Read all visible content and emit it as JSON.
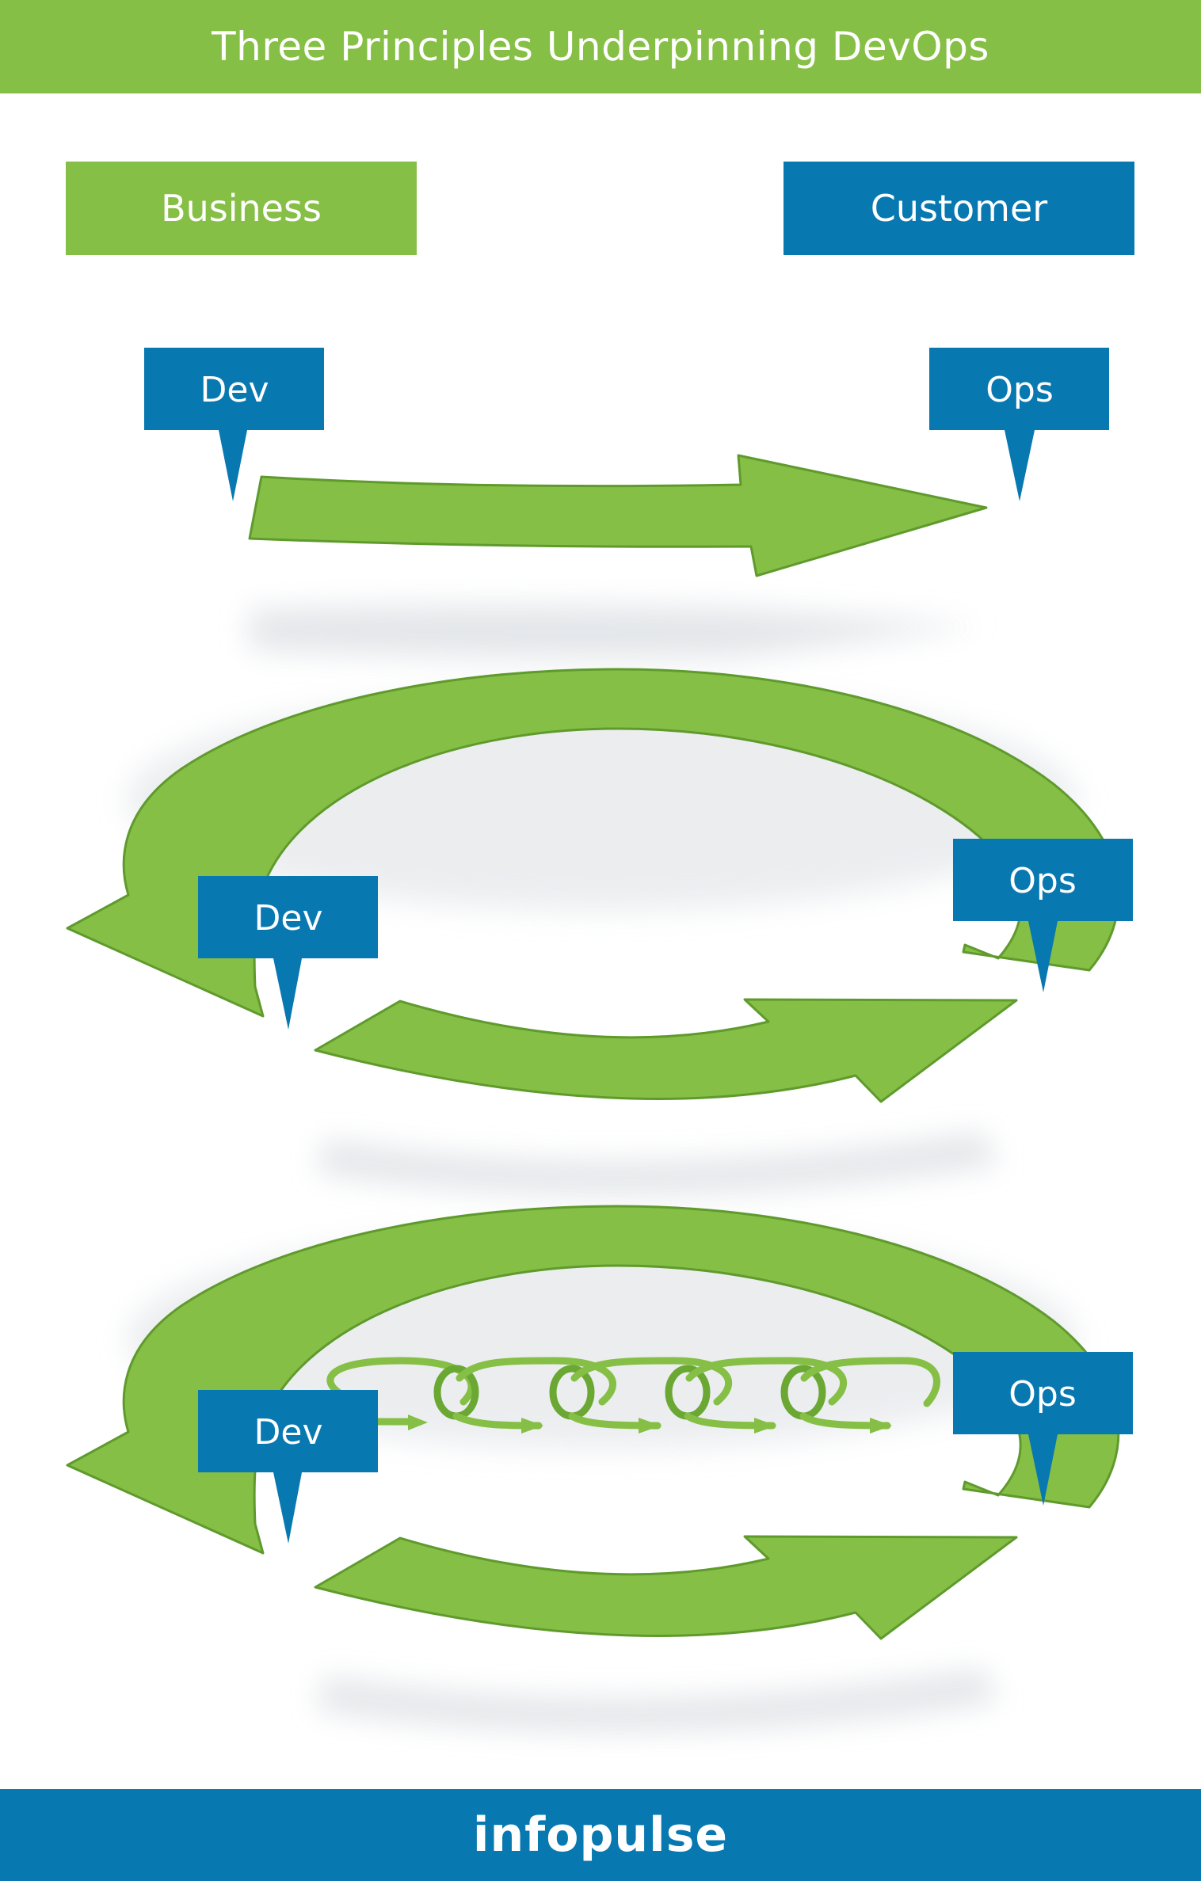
{
  "title": "Three Principles Underpinning DevOps",
  "roles": {
    "business": "Business",
    "customer": "Customer"
  },
  "sections": [
    {
      "dev_label": "Dev",
      "ops_label": "Ops"
    },
    {
      "dev_label": "Dev",
      "ops_label": "Ops"
    },
    {
      "dev_label": "Dev",
      "ops_label": "Ops"
    }
  ],
  "footer": {
    "brand": "infopulse"
  },
  "colors": {
    "green": "#86bf45",
    "green_edge": "#5f9a2d",
    "blue": "#0878b1",
    "shadow": "#dfe2e6"
  }
}
